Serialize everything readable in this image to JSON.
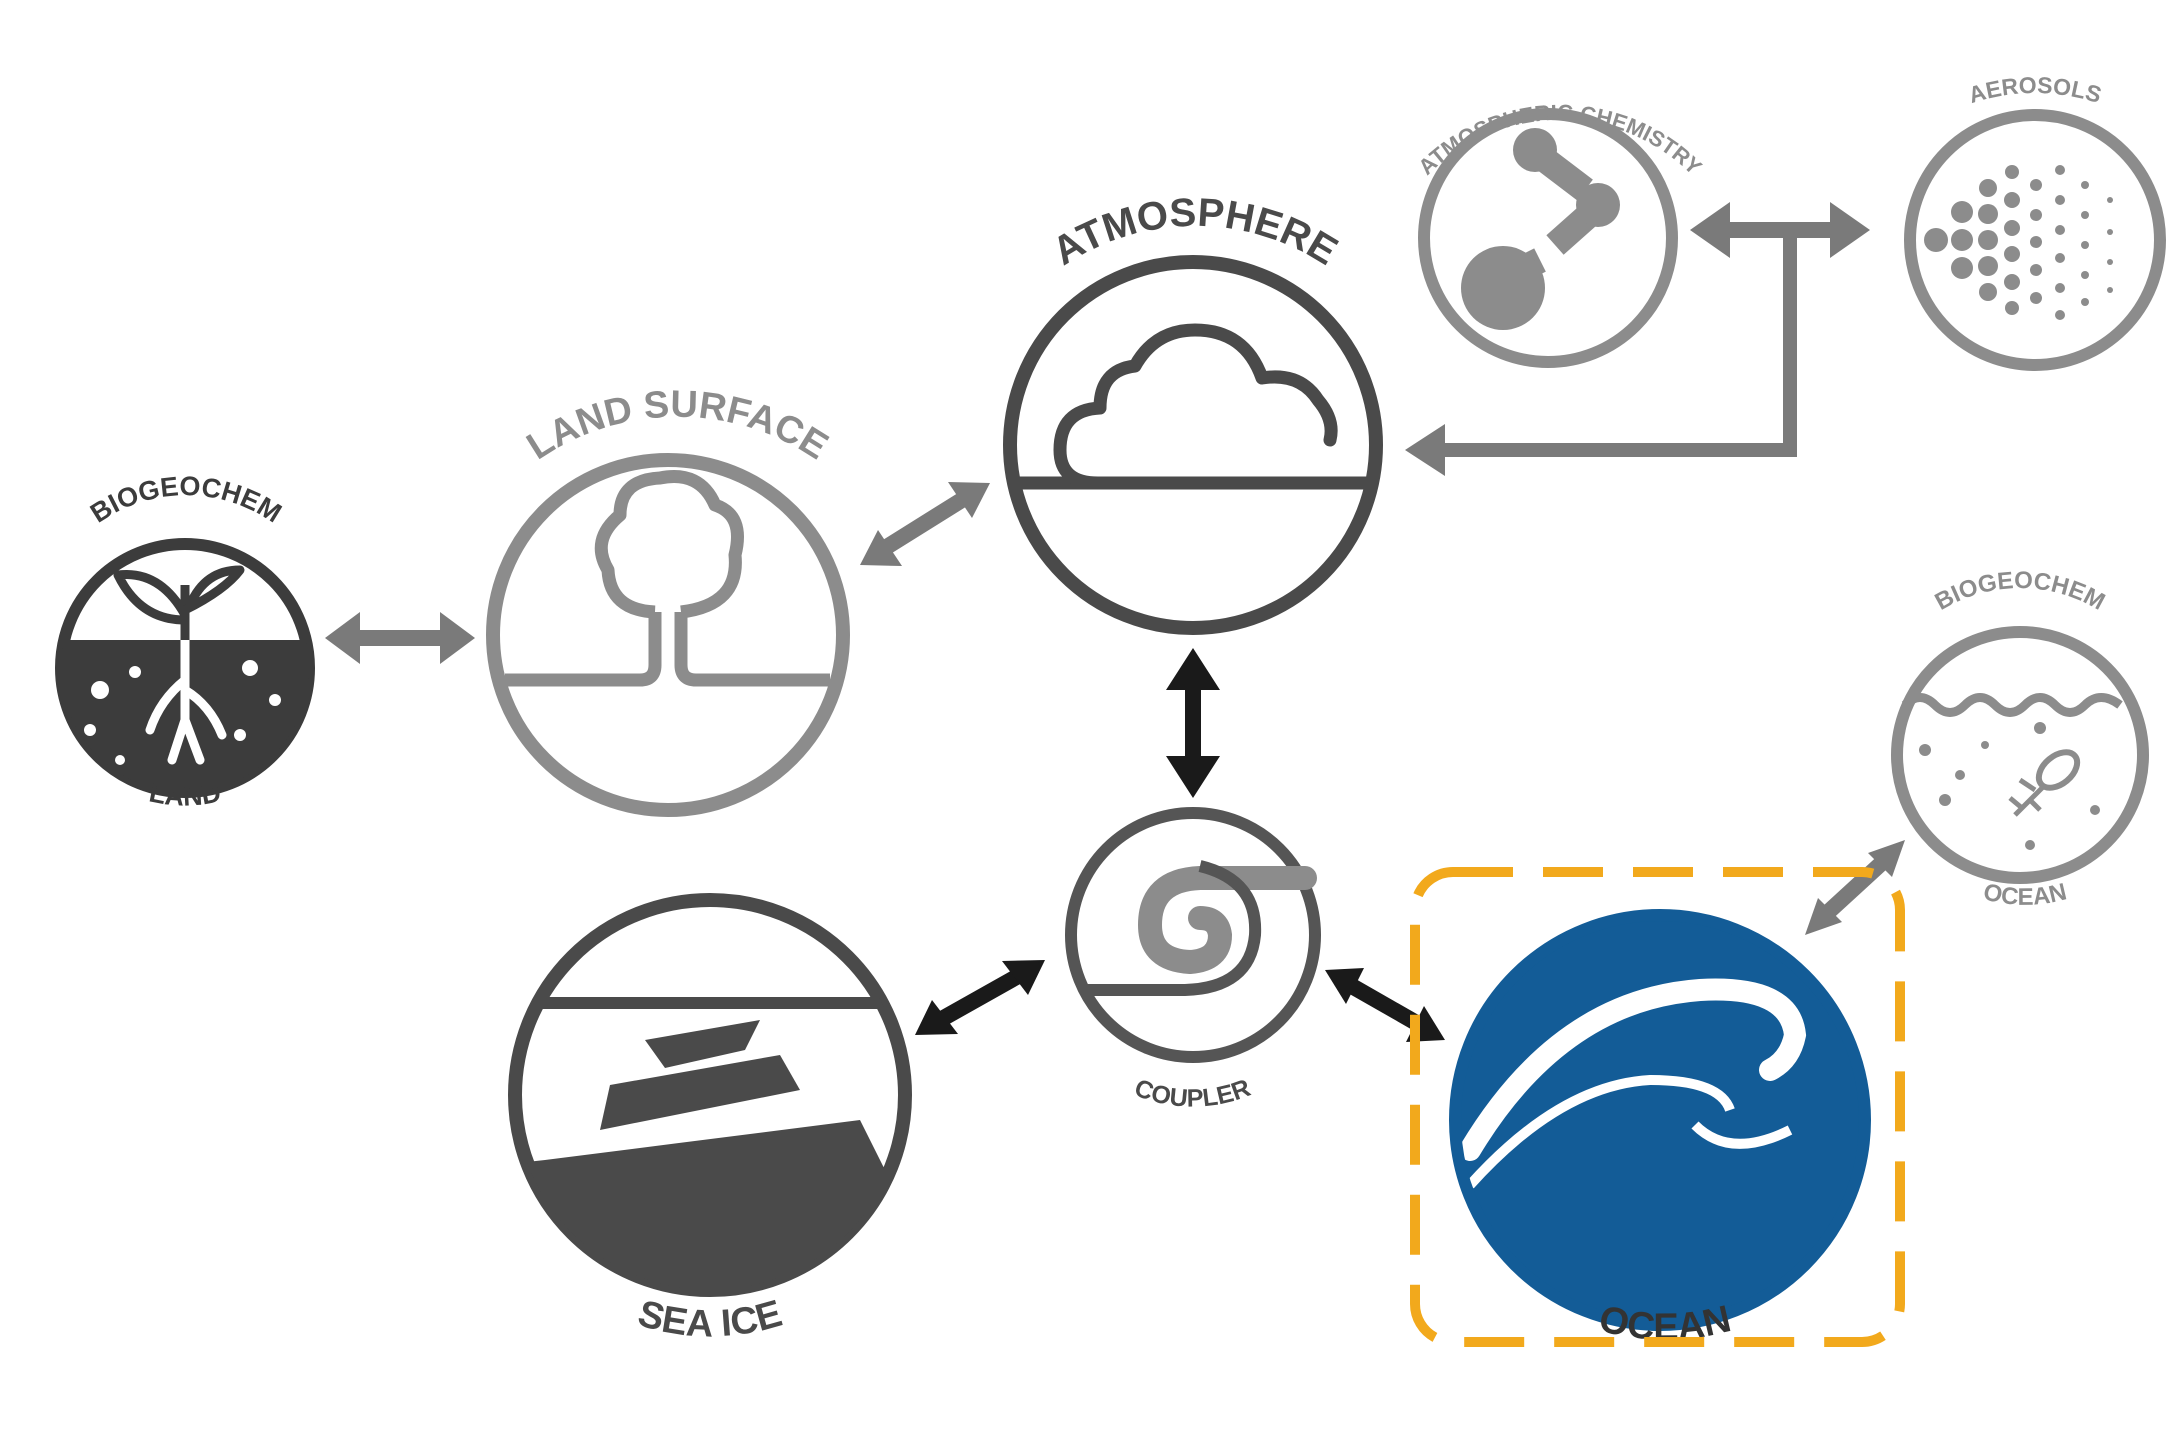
{
  "components": {
    "biogeochem_land_top": "BIOGEOCHEM",
    "biogeochem_land_bottom": "LAND",
    "land_surface": "LAND SURFACE",
    "atmosphere": "ATMOSPHERE",
    "atmospheric_chemistry": "ATMOSPHERIC CHEMISTRY",
    "aerosols": "AEROSOLS",
    "biogeochem_ocean_top": "BIOGEOCHEM",
    "biogeochem_ocean_bottom": "OCEAN",
    "coupler": "COUPLER",
    "sea_ice": "SEA ICE",
    "ocean": "OCEAN"
  },
  "icons": {
    "biogeochem_land": "sprout-roots-icon",
    "land_surface": "tree-icon",
    "atmosphere": "cloud-icon",
    "atmospheric_chemistry": "molecule-icon",
    "aerosols": "particle-spray-icon",
    "biogeochem_ocean": "plankton-icon",
    "coupler": "swirl-icon",
    "sea_ice": "ice-floes-icon",
    "ocean": "wave-icon"
  },
  "colors": {
    "dark_component": "#4a4a4a",
    "light_component": "#8c8c8c",
    "ocean_blue": "#135c97",
    "highlight_orange": "#f2a91c",
    "arrow_black": "#1a1a1a",
    "arrow_gray": "#7a7a7a"
  },
  "highlight": {
    "component": "ocean",
    "style": "dashed-rounded-box"
  }
}
